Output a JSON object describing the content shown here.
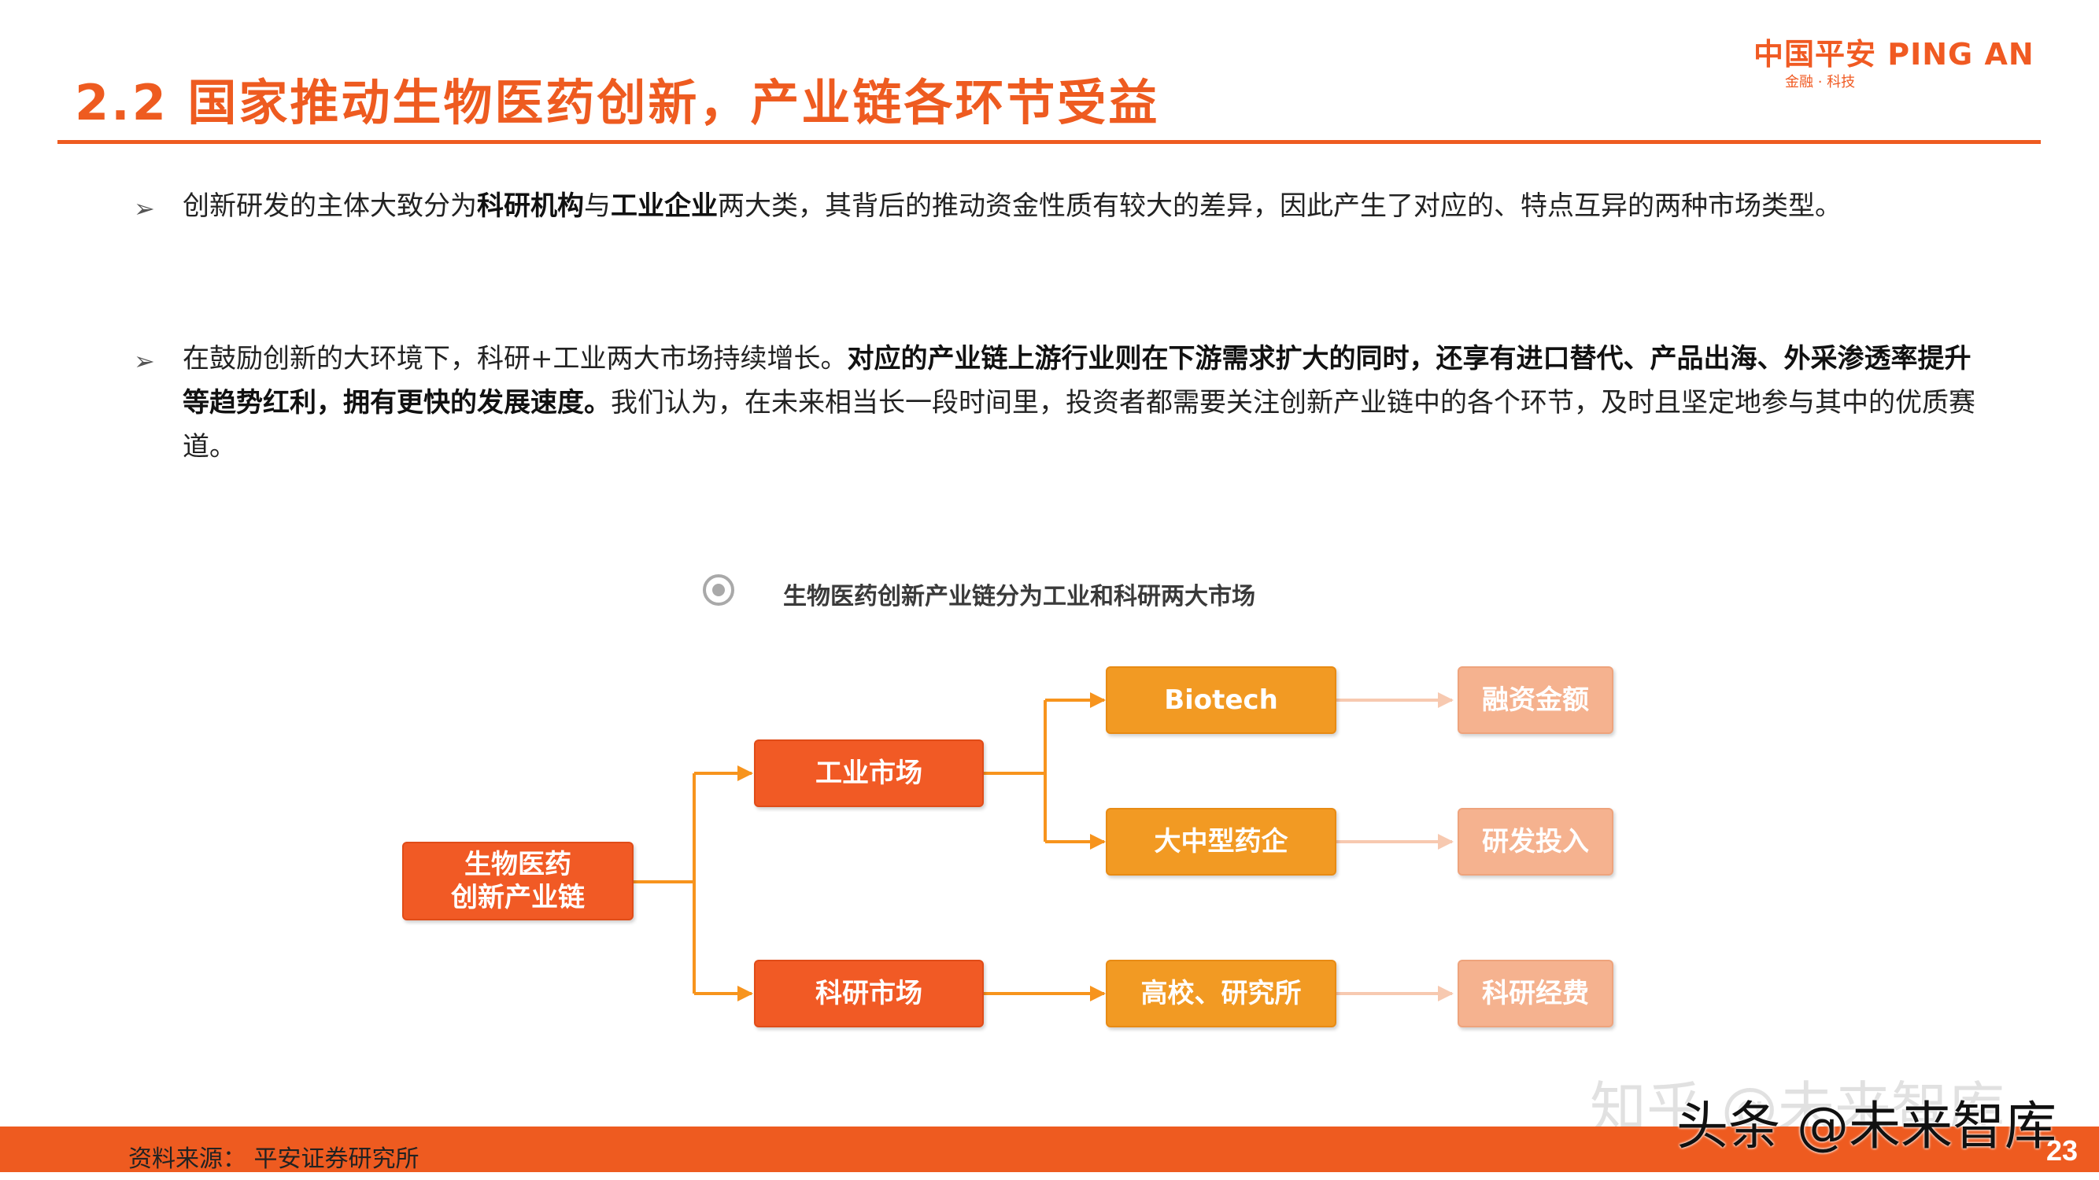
{
  "header": {
    "title": "2.2 国家推动生物医药创新，产业链各环节受益",
    "logo_text": "中国平安 PING AN",
    "logo_sub": "金融 · 科技"
  },
  "bullets": [
    {
      "segments": [
        {
          "text": "创新研发的主体大致分为",
          "bold": false
        },
        {
          "text": "科研机构",
          "bold": true
        },
        {
          "text": "与",
          "bold": false
        },
        {
          "text": "工业企业",
          "bold": true
        },
        {
          "text": "两大类，其背后的推动资金性质有较大的差异，因此产生了对应的、特点互异的两种市场类型。",
          "bold": false
        }
      ]
    },
    {
      "segments": [
        {
          "text": "在鼓励创新的大环境下，科研+工业两大市场持续增长。",
          "bold": false
        },
        {
          "text": "对应的产业链上游行业则在下游需求扩大的同时，还享有进口替代、产品出海、外采渗透率提升等趋势红利，拥有更快的发展速度。",
          "bold": true
        },
        {
          "text": "我们认为，在未来相当长一段时间里，投资者都需要关注创新产业链中的各个环节，及时且坚定地参与其中的优质赛道。",
          "bold": false
        }
      ]
    }
  ],
  "diagram": {
    "caption": "生物医药创新产业链分为工业和科研两大市场",
    "root": "生物医药\n创新产业链",
    "markets": [
      "工业市场",
      "科研市场"
    ],
    "entities": [
      "Biotech",
      "大中型药企",
      "高校、研究所"
    ],
    "funding": [
      "融资金额",
      "研发投入",
      "科研经费"
    ],
    "colors": {
      "primary": "#f15a25",
      "entity": "#f29a23",
      "funding": "#f5b28f",
      "connector_primary": "#f7941d",
      "connector_faded": "#f7c9b0"
    }
  },
  "footer": {
    "source": "资料来源：  平安证券研究所",
    "page_number": "23"
  },
  "watermarks": {
    "zhihu": "知乎 @未来智库",
    "toutiao": "头条 @未来智库"
  }
}
